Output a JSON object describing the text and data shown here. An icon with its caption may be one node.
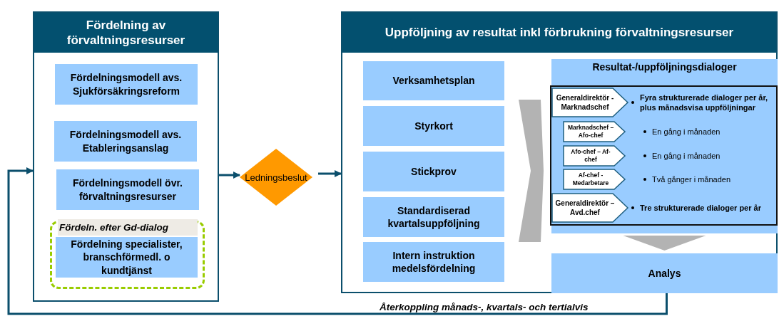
{
  "diagram": {
    "nodes": [
      {
        "text": [
          "Fördelning av förvaltningsresurser"
        ]
      },
      {
        "text": [
          "Fördelningsmodell avs. Sjukförsäkringsreform"
        ],
        "in": 0
      },
      {
        "text": [
          "Fördelningsmodell avs. Etableringsanslag"
        ],
        "in": 0
      },
      {
        "text": [
          "Fördelningsmodell övr. förvaltningsresurser"
        ],
        "in": 0
      },
      {
        "text": [
          "Fördeln. efter Gd-dialog"
        ],
        "in": 0
      },
      {
        "text": [
          "Fördelning specialister, branschförmedl. o kundtjänst"
        ],
        "in": 4
      },
      {
        "text": [
          "Ledningsbeslut"
        ]
      },
      {
        "text": [
          "Uppföljning av resultat inkl förbrukning förvaltningsresurser"
        ]
      },
      {
        "text": [
          "Verksamhetsplan"
        ],
        "in": 7
      },
      {
        "text": [
          "Styrkort"
        ],
        "in": 7
      },
      {
        "text": [
          "Stickprov"
        ],
        "in": 7
      },
      {
        "text": [
          "Standardiserad kvartalsuppföljning"
        ],
        "in": 7
      },
      {
        "text": [
          "Intern instruktion medelsfördelning"
        ],
        "in": 7
      },
      {
        "text": [
          "Resultat-/uppföljningsdialoger"
        ],
        "in": 7
      },
      {
        "text": [],
        "shape": "box",
        "in": 13
      },
      {
        "text": [
          "Generaldirektör - Marknadschef"
        ],
        "in": 14,
        "beside": [
          "Fyra strukturerade dialoger per år, plus månadsvisa uppföljningar"
        ]
      },
      {
        "text": [
          "Marknadschef – Afo-chef"
        ],
        "in": 14,
        "beside": [
          "En gång i månaden"
        ]
      },
      {
        "text": [
          "Afo-chef – Af-chef"
        ],
        "in": 14,
        "beside": [
          "En gång i månaden"
        ]
      },
      {
        "text": [
          "Af-chef - Medarbetare"
        ],
        "in": 14,
        "beside": [
          "Två gånger i månaden"
        ]
      },
      {
        "text": [
          "Generaldirektör – Avd.chef"
        ],
        "in": 14,
        "beside": [
          "Tre strukturerade dialoger per år"
        ]
      },
      {
        "text": [
          "Analys"
        ],
        "in": 7
      }
    ],
    "edges": [
      {
        "from": 0,
        "to": 6,
        "arrow": "to"
      },
      {
        "from": 6,
        "to": 7,
        "arrow": "to"
      },
      {
        "from": 20,
        "to": 0,
        "arrow": "to",
        "label": "Återkoppling månads-, kvartals- och tertialvis"
      },
      {
        "from": 13,
        "to": 20,
        "arrow": "to",
        "style": "thick",
        "color": "#b3b3b3"
      }
    ]
  }
}
